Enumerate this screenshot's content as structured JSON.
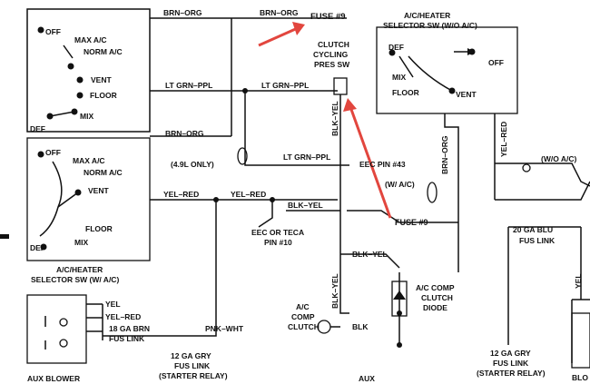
{
  "labels": {
    "brn_org_1": "BRN–ORG",
    "brn_org_2": "BRN–ORG",
    "fuse9_top": "FUSE #9",
    "clutch_1": "CLUTCH",
    "clutch_2": "CYCLING",
    "clutch_3": "PRES SW",
    "heater_title_1": "A/C/HEATER",
    "heater_title_2": "SELECTOR SW (W/O A/C)",
    "def_right": "DEF",
    "off_right": "OFF",
    "mix_right": "MIX",
    "floor_right": "FLOOR",
    "vent_right": "VENT",
    "off_1": "OFF",
    "maxac_1": "MAX A/C",
    "normac_1": "NORM A/C",
    "vent_1": "VENT",
    "floor_1": "FLOOR",
    "def_1": "DEF",
    "mix_1": "MIX",
    "ltgrn_1": "LT GRN–PPL",
    "ltgrn_2": "LT GRN–PPL",
    "ltgrn_3": "LT GRN–PPL",
    "blk_yel_v": "BLK–YEL",
    "brn_org_v": "BRN–ORG",
    "yel_red_v": "YEL–RED",
    "brn_org_3": "BRN–ORG",
    "off_2": "OFF",
    "maxac_2": "MAX A/C",
    "normac_2": "NORM A/C",
    "vent_2": "VENT",
    "def_2": "DEF",
    "floor_2": "FLOOR",
    "mix_2": "MIX",
    "only49": "(4.9L ONLY)",
    "eec43": "EEC PIN #43",
    "wo_ac": "(W/O A/C)",
    "w_ac": "(W/ A/C)",
    "yel_red_1": "YEL–RED",
    "yel_red_2": "YEL–RED",
    "blk_yel_h": "BLK–YEL",
    "fuse9_bot": "FUSE #9",
    "eec_teca_1": "EEC OR TECA",
    "eec_teca_2": "PIN #10",
    "ga20_1": "20 GA BLU",
    "ga20_2": "FUS LINK",
    "sel_ac_1": "A/C/HEATER",
    "sel_ac_2": "SELECTOR SW (W/ A/C)",
    "blk_yel_h2": "BLK–YEL",
    "blk_yel_v2": "BLK–YEL",
    "blk": "BLK",
    "diode_1": "A/C COMP",
    "diode_2": "CLUTCH",
    "diode_3": "DIODE",
    "acc_1": "A/C",
    "acc_2": "COMP",
    "acc_3": "CLUTCH",
    "yel": "YEL",
    "yel_red_3": "YEL–RED",
    "ga18_1": "18 GA BRN",
    "ga18_2": "FUS LINK",
    "pnk_wht": "PNK–WHT",
    "ga12a_1": "12 GA GRY",
    "ga12a_2": "FUS LINK",
    "ga12a_3": "(STARTER RELAY)",
    "ga12b_1": "12 GA GRY",
    "ga12b_2": "FUS LINK",
    "ga12b_3": "(STARTER RELAY)",
    "aux_blower": "AUX BLOWER",
    "aux": "AUX",
    "yel_v_right": "YEL",
    "blo": "BLO"
  }
}
